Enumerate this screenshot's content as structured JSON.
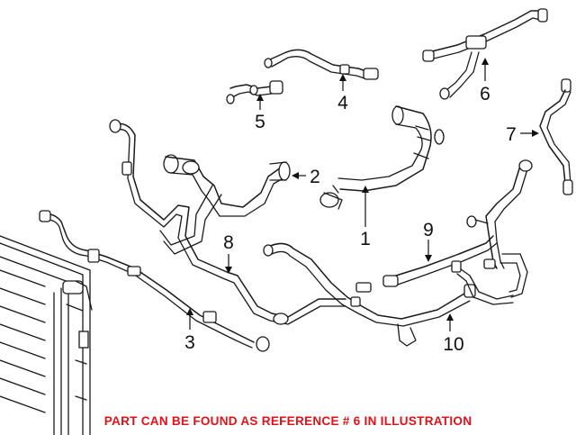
{
  "diagram": {
    "callouts": [
      {
        "id": "1",
        "label": "1"
      },
      {
        "id": "2",
        "label": "2"
      },
      {
        "id": "3",
        "label": "3"
      },
      {
        "id": "4",
        "label": "4"
      },
      {
        "id": "5",
        "label": "5"
      },
      {
        "id": "6",
        "label": "6"
      },
      {
        "id": "7",
        "label": "7"
      },
      {
        "id": "8",
        "label": "8"
      },
      {
        "id": "9",
        "label": "9"
      },
      {
        "id": "10",
        "label": "10"
      }
    ]
  },
  "footer": {
    "note": "PART CAN BE FOUND AS REFERENCE # 6 IN ILLUSTRATION",
    "note_color": "#e3101a"
  }
}
